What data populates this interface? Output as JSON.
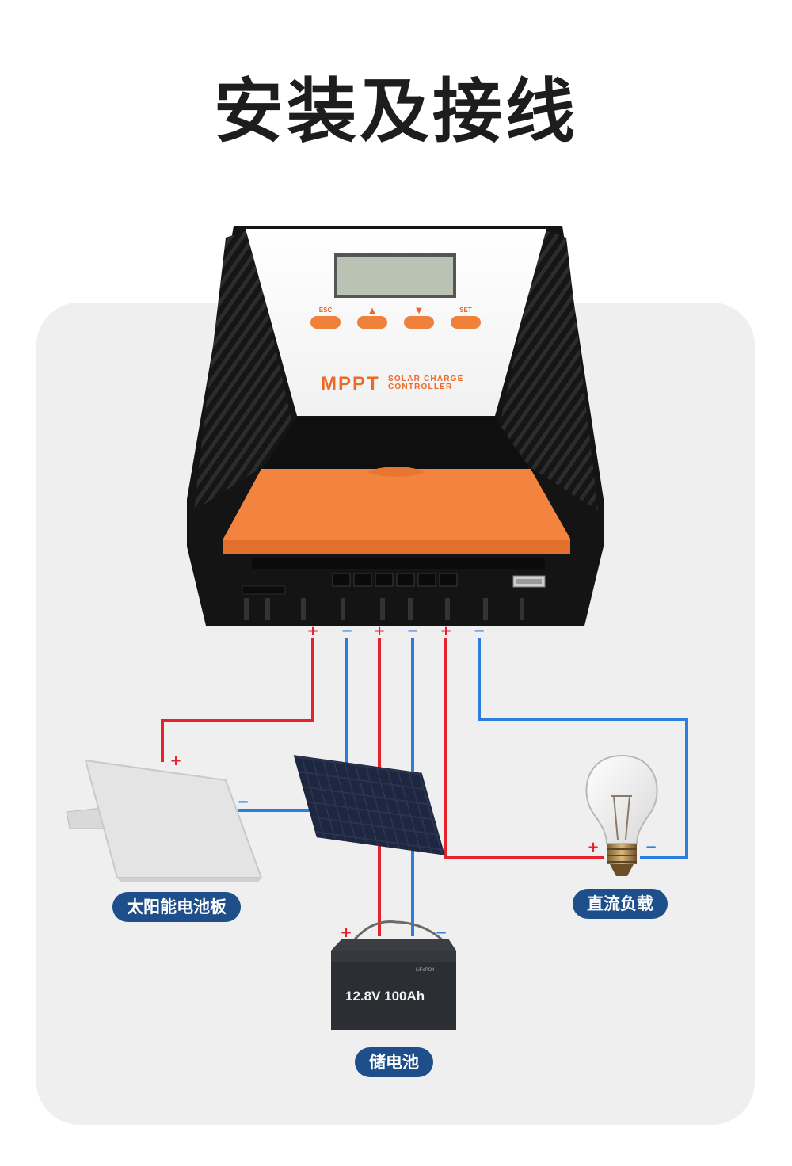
{
  "title": "安装及接线",
  "controller": {
    "brand": "MPPT",
    "line1": "SOLAR CHARGE",
    "line2": "CONTROLLER",
    "buttons": [
      "ESC",
      "▲",
      "▼",
      "SET"
    ]
  },
  "terminals": [
    "+",
    "−",
    "+",
    "−",
    "+",
    "−"
  ],
  "components": {
    "solar_panel": {
      "label": "太阳能电池板",
      "plus": "+",
      "minus": "−"
    },
    "battery": {
      "label": "储电池",
      "rating": "12.8V 100Ah",
      "chem": "LiFePO4",
      "plus": "+",
      "minus": "−"
    },
    "load": {
      "label": "直流负载",
      "plus": "+",
      "minus": "−"
    }
  },
  "colors": {
    "positive": "#e5232b",
    "negative": "#2b7de0",
    "accent": "#f0813a",
    "tag": "#1f4f8a"
  }
}
